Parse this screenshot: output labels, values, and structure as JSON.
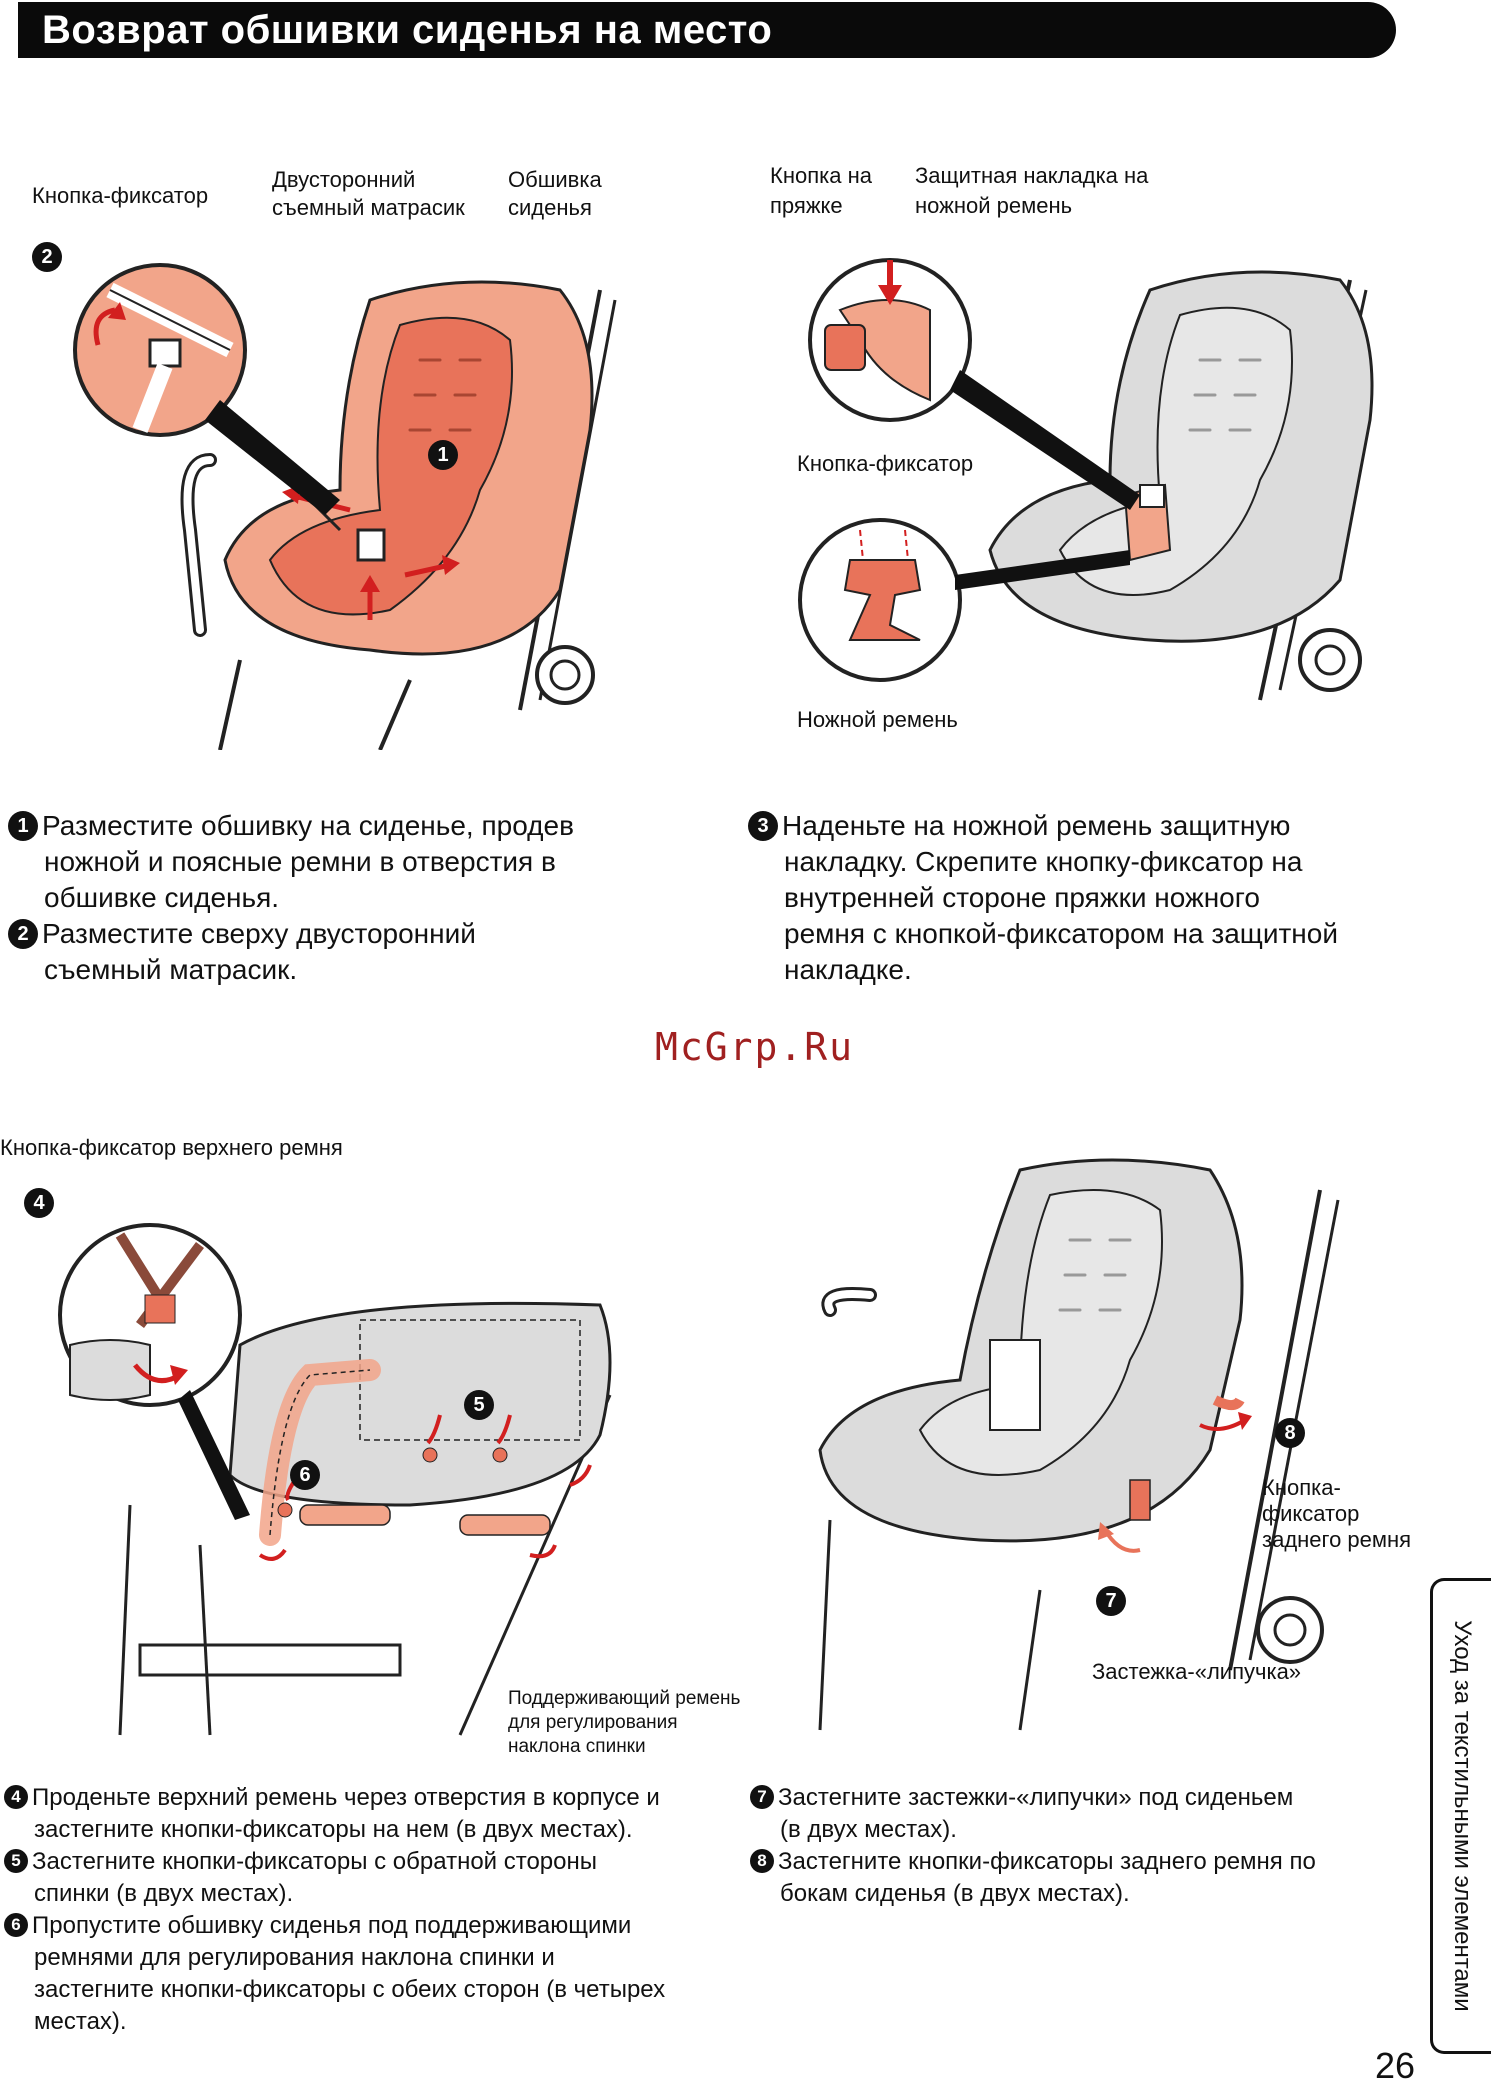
{
  "title": "Возврат обшивки сиденья на место",
  "watermark": "McGrp.Ru",
  "labels": {
    "top_left_clip": "Кнопка-фиксатор",
    "mattress_1": "Двусторонний",
    "mattress_2": "съемный матрасик",
    "cover_1": "Обшивка",
    "cover_2": "сиденья",
    "buckle_btn_1": "Кнопка на",
    "buckle_btn_2": "пряжке",
    "pad_1": "Защитная накладка на",
    "pad_2": "ножной ремень",
    "right_clip": "Кнопка-фиксатор",
    "crotch_strap": "Ножной ремень",
    "upper_strap_clip": "Кнопка-фиксатор верхнего ремня",
    "support_1": "Поддерживающий ремень",
    "support_2": "для регулирования",
    "support_3": "наклона спинки",
    "rear_clip_1": "Кнопка-",
    "rear_clip_2": "фиксатор",
    "rear_clip_3": "заднего ремня",
    "velcro": "Застежка-«липучка»"
  },
  "markers": {
    "m1": "1",
    "m2": "2",
    "m3": "3",
    "m4": "4",
    "m5": "5",
    "m6": "6",
    "m7": "7",
    "m8": "8"
  },
  "steps": {
    "s1_l1": "Разместите обшивку на сиденье, продев",
    "s1_l2": "ножной и поясные ремни в отверстия в",
    "s1_l3": "обшивке сиденья.",
    "s2_l1": "Разместите сверху двусторонний",
    "s2_l2": "съемный матрасик.",
    "s3_l1": "Наденьте на ножной ремень защитную",
    "s3_l2": "накладку. Скрепите кнопку-фиксатор на",
    "s3_l3": "внутренней стороне пряжки ножного",
    "s3_l4": "ремня с кнопкой-фиксатором на защитной",
    "s3_l5": "накладке.",
    "s4_l1": "Проденьте верхний ремень через отверстия в корпусе и",
    "s4_l2": "застегните кнопки-фиксаторы на нем (в двух местах).",
    "s5_l1": "Застегните кнопки-фиксаторы с обратной стороны",
    "s5_l2": "спинки (в двух местах).",
    "s6_l1": "Пропустите обшивку сиденья под поддерживающими",
    "s6_l2": "ремнями для регулирования наклона спинки и",
    "s6_l3": "застегните кнопки-фиксаторы с обеих сторон (в четырех",
    "s6_l4": "местах).",
    "s7_l1": "Застегните застежки-«липучки» под сиденьем",
    "s7_l2": "(в двух местах).",
    "s8_l1": "Застегните кнопки-фиксаторы заднего ремня по",
    "s8_l2": "бокам сиденья (в двух местах)."
  },
  "side_tab": "Уход за текстильными элементами",
  "page_number": "26",
  "colors": {
    "salmon": "#f2a58a",
    "salmon_dark": "#e8735a",
    "gray_seat": "#dcdcdc",
    "red_arrow": "#d21f1f"
  }
}
